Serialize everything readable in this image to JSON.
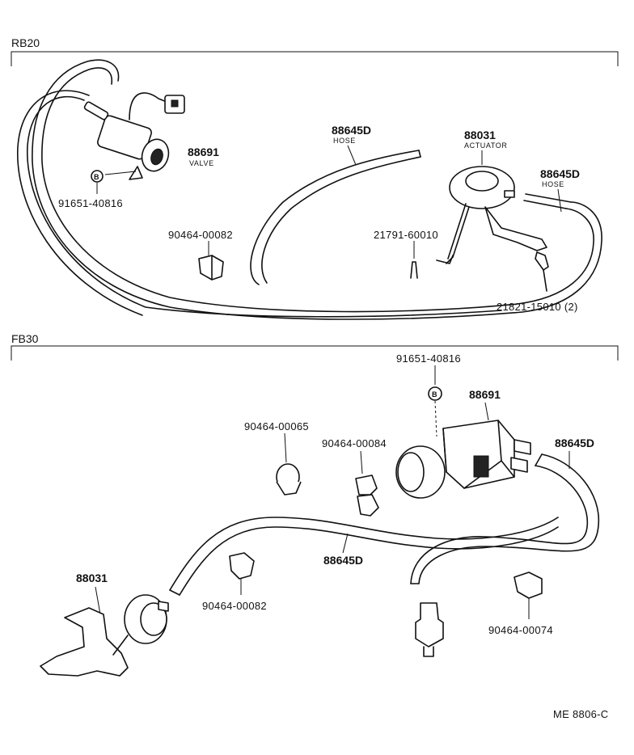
{
  "sections": {
    "rb20": "RB20",
    "fb30": "FB30"
  },
  "rb20_labels": {
    "hose_a_num": "88645D",
    "hose_a_name": "HOSE",
    "actuator_num": "88031",
    "actuator_name": "ACTUATOR",
    "hose_b_num": "88645D",
    "hose_b_name": "HOSE",
    "valve_num": "88691",
    "valve_name": "VALVE",
    "plug": "91651-40816",
    "clip": "90464-00082",
    "pin": "21791-60010",
    "bolt": "21821-15010 (2)"
  },
  "fb30_labels": {
    "plug": "91651-40816",
    "valve": "88691",
    "clip_a": "90464-00065",
    "clip_b": "90464-00084",
    "hose_right": "88645D",
    "hose_mid": "88645D",
    "actuator": "88031",
    "clip_c": "90464-00082",
    "clip_d": "90464-00074"
  },
  "plug_mark": "B",
  "footer_code": "ME 8806-C"
}
